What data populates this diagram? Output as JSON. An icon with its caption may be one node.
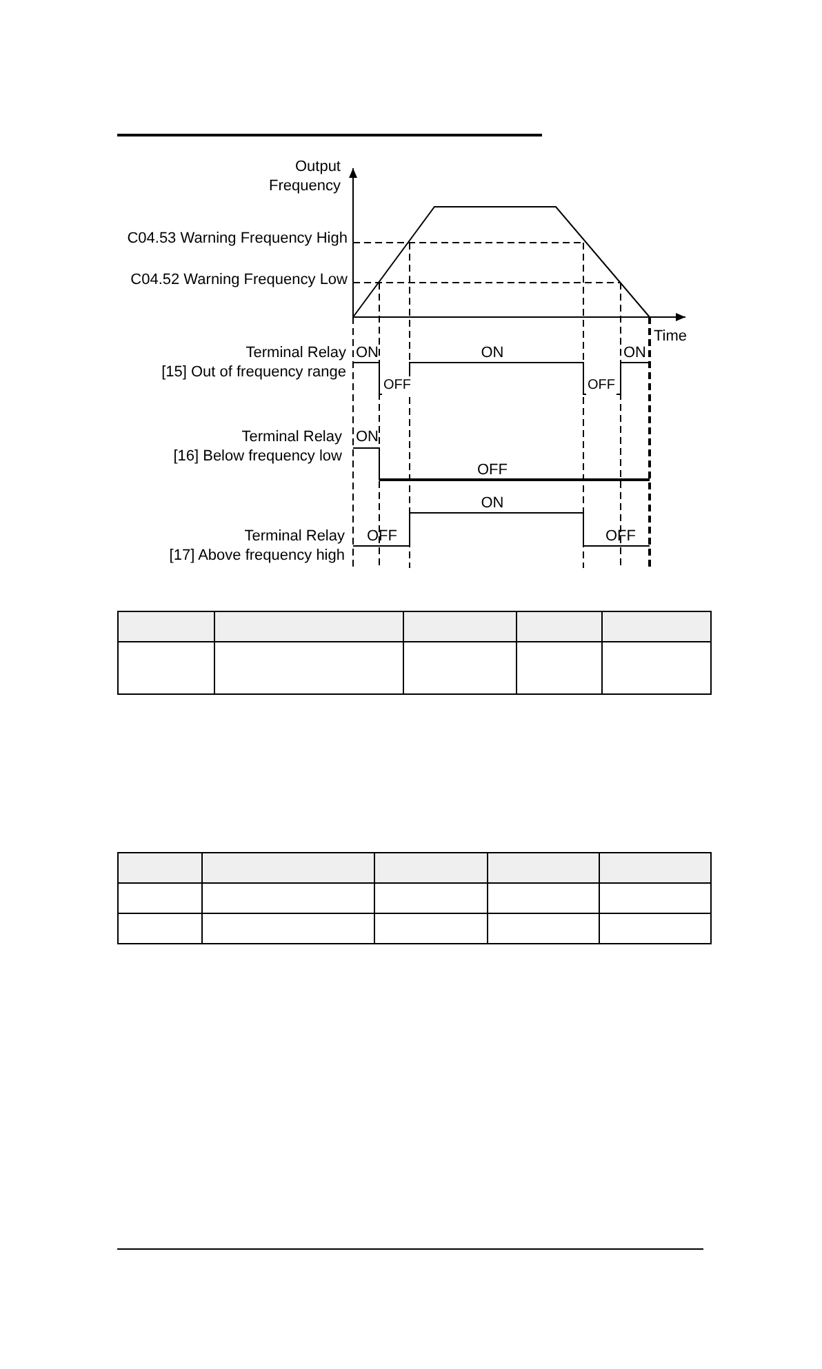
{
  "diagram": {
    "labels": [
      "Output Frequency",
      "C04.53 Warning Frequency High",
      "C04.52 Warning Frequency Low",
      "Time",
      "Terminal Relay [15] Out of frequency range",
      "ON",
      "OFF",
      "ON",
      "OFF",
      "ON",
      "Terminal Relay [16] Below frequency low",
      "ON",
      "OFF",
      "ON",
      "Terminal Relay [17] Above frequency high",
      "OFF",
      "OFF"
    ]
  }
}
